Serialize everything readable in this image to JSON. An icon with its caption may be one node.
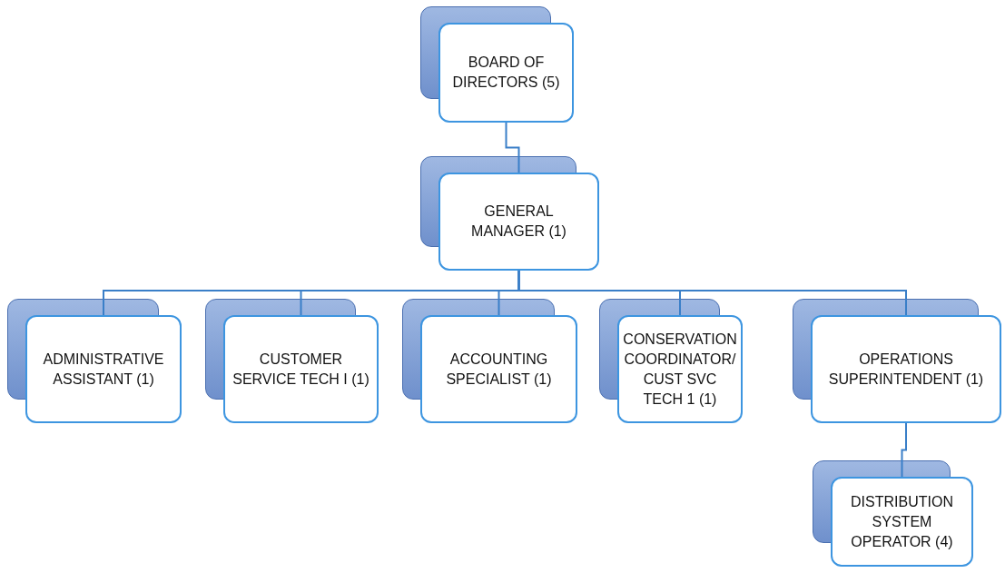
{
  "diagram": {
    "nodes": [
      {
        "text": [
          "BOARD OF DIRECTORS (5)"
        ]
      },
      {
        "text": [
          "GENERAL MANAGER (1)"
        ]
      },
      {
        "text": [
          "ADMINISTRATIVE ASSISTANT (1)"
        ]
      },
      {
        "text": [
          "CUSTOMER SERVICE TECH I (1)"
        ]
      },
      {
        "text": [
          "ACCOUNTING SPECIALIST (1)"
        ]
      },
      {
        "text": [
          "CONSERVATION COORDINATOR/ CUST SVC TECH 1 (1)"
        ]
      },
      {
        "text": [
          "OPERATIONS SUPERINTENDENT (1)"
        ]
      },
      {
        "text": [
          "DISTRIBUTION SYSTEM OPERATOR (4)"
        ]
      }
    ],
    "edges": [
      {
        "from": 0,
        "to": 1,
        "arrow": "none"
      },
      {
        "from": 1,
        "to": 2,
        "arrow": "none"
      },
      {
        "from": 1,
        "to": 3,
        "arrow": "none"
      },
      {
        "from": 1,
        "to": 4,
        "arrow": "none"
      },
      {
        "from": 1,
        "to": 5,
        "arrow": "none"
      },
      {
        "from": 1,
        "to": 6,
        "arrow": "none"
      },
      {
        "from": 6,
        "to": 7,
        "arrow": "none"
      }
    ]
  }
}
